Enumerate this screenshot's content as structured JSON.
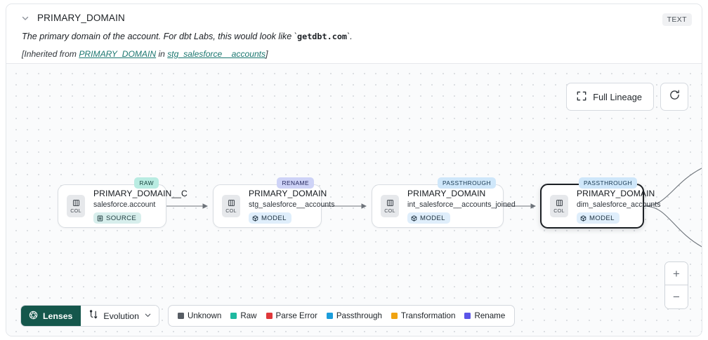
{
  "header": {
    "chevron_icon": "chevron-down-icon",
    "title": "PRIMARY_DOMAIN",
    "type_badge": "TEXT",
    "description_pre": "The primary domain of the account. For dbt Labs, this would look like `",
    "description_code": "getdbt.com",
    "description_post": "`.",
    "inherited_prefix": "[Inherited from ",
    "inherited_column": "PRIMARY_DOMAIN",
    "inherited_mid": " in ",
    "inherited_model": "stg_salesforce__accounts",
    "inherited_suffix": "]"
  },
  "canvas": {
    "full_lineage_label": "Full Lineage",
    "full_lineage_icon": "expand-corners-icon",
    "refresh_icon": "refresh-icon",
    "zoom_in_label": "+",
    "zoom_out_label": "−",
    "nodes": [
      {
        "tag": "RAW",
        "tag_kind": "raw",
        "col_label": "COL",
        "title": "PRIMARY_DOMAIN__C",
        "subtitle": "salesforce.account",
        "pill_label": "SOURCE",
        "pill_kind": "source",
        "pill_icon": "database-icon",
        "selected": false
      },
      {
        "tag": "RENAME",
        "tag_kind": "rename",
        "col_label": "COL",
        "title": "PRIMARY_DOMAIN",
        "subtitle": "stg_salesforce__accounts",
        "pill_label": "MODEL",
        "pill_kind": "model",
        "pill_icon": "cube-icon",
        "selected": false
      },
      {
        "tag": "PASSTHROUGH",
        "tag_kind": "passthrough",
        "col_label": "COL",
        "title": "PRIMARY_DOMAIN",
        "subtitle": "int_salesforce__accounts_joined",
        "pill_label": "MODEL",
        "pill_kind": "model",
        "pill_icon": "cube-icon",
        "selected": false
      },
      {
        "tag": "PASSTHROUGH",
        "tag_kind": "passthrough",
        "col_label": "COL",
        "title": "PRIMARY_DOMAIN",
        "subtitle": "dim_salesforce_accounts",
        "pill_label": "MODEL",
        "pill_kind": "model",
        "pill_icon": "cube-icon",
        "selected": true
      }
    ]
  },
  "bottombar": {
    "lenses_label": "Lenses",
    "lenses_icon": "aperture-icon",
    "evolution_label": "Evolution",
    "evolution_icon": "evolution-branch-icon",
    "evolution_chevron_icon": "chevron-down-icon",
    "legend": [
      {
        "label": "Unknown",
        "color": "#575d64"
      },
      {
        "label": "Raw",
        "color": "#1eb9a0"
      },
      {
        "label": "Parse Error",
        "color": "#e0383a"
      },
      {
        "label": "Passthrough",
        "color": "#1b9ddb"
      },
      {
        "label": "Transformation",
        "color": "#f0a311"
      },
      {
        "label": "Rename",
        "color": "#5b55e8"
      }
    ]
  },
  "colors": {
    "accent_green": "#15574c",
    "link_teal": "#19756e",
    "selected_border": "#1c2024"
  }
}
